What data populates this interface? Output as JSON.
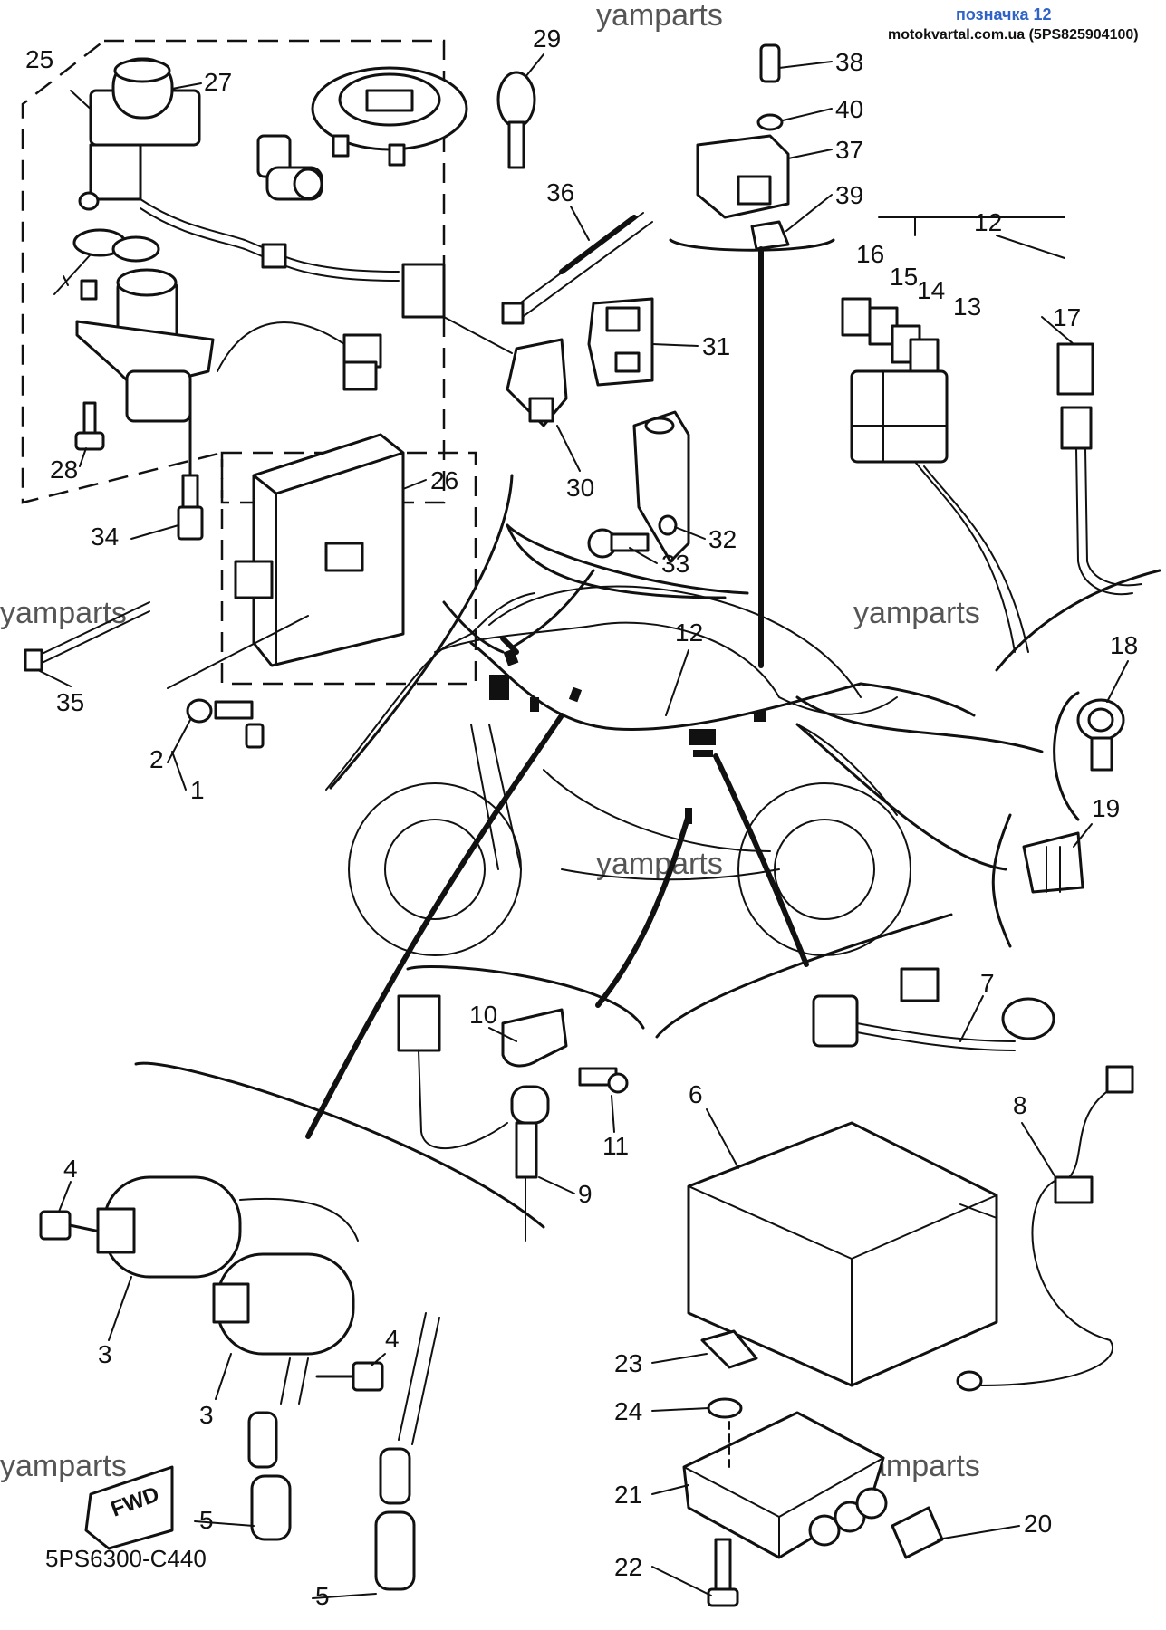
{
  "header": {
    "title": "позначка 12",
    "source": "motokvartal.com.ua (5PS825904100)"
  },
  "watermark": "yamparts",
  "catalog_code": "5PS6300-C440",
  "fwd_label": "FWD",
  "callouts": [
    {
      "id": "c1",
      "label": "1"
    },
    {
      "id": "c2",
      "label": "2"
    },
    {
      "id": "c3a",
      "label": "3"
    },
    {
      "id": "c3b",
      "label": "3"
    },
    {
      "id": "c4a",
      "label": "4"
    },
    {
      "id": "c4b",
      "label": "4"
    },
    {
      "id": "c5a",
      "label": "5"
    },
    {
      "id": "c5b",
      "label": "5"
    },
    {
      "id": "c6",
      "label": "6"
    },
    {
      "id": "c7",
      "label": "7"
    },
    {
      "id": "c8",
      "label": "8"
    },
    {
      "id": "c9",
      "label": "9"
    },
    {
      "id": "c10",
      "label": "10"
    },
    {
      "id": "c11",
      "label": "11"
    },
    {
      "id": "c12a",
      "label": "12"
    },
    {
      "id": "c12b",
      "label": "12"
    },
    {
      "id": "c13",
      "label": "13"
    },
    {
      "id": "c14",
      "label": "14"
    },
    {
      "id": "c15",
      "label": "15"
    },
    {
      "id": "c16",
      "label": "16"
    },
    {
      "id": "c17",
      "label": "17"
    },
    {
      "id": "c18",
      "label": "18"
    },
    {
      "id": "c19",
      "label": "19"
    },
    {
      "id": "c20",
      "label": "20"
    },
    {
      "id": "c21",
      "label": "21"
    },
    {
      "id": "c22",
      "label": "22"
    },
    {
      "id": "c23",
      "label": "23"
    },
    {
      "id": "c24",
      "label": "24"
    },
    {
      "id": "c25",
      "label": "25"
    },
    {
      "id": "c26",
      "label": "26"
    },
    {
      "id": "c27",
      "label": "27"
    },
    {
      "id": "c28",
      "label": "28"
    },
    {
      "id": "c29",
      "label": "29"
    },
    {
      "id": "c30",
      "label": "30"
    },
    {
      "id": "c31",
      "label": "31"
    },
    {
      "id": "c32",
      "label": "32"
    },
    {
      "id": "c33",
      "label": "33"
    },
    {
      "id": "c34",
      "label": "34"
    },
    {
      "id": "c35",
      "label": "35"
    },
    {
      "id": "c36",
      "label": "36"
    },
    {
      "id": "c37",
      "label": "37"
    },
    {
      "id": "c38",
      "label": "38"
    },
    {
      "id": "c39",
      "label": "39"
    },
    {
      "id": "c40",
      "label": "40"
    }
  ]
}
